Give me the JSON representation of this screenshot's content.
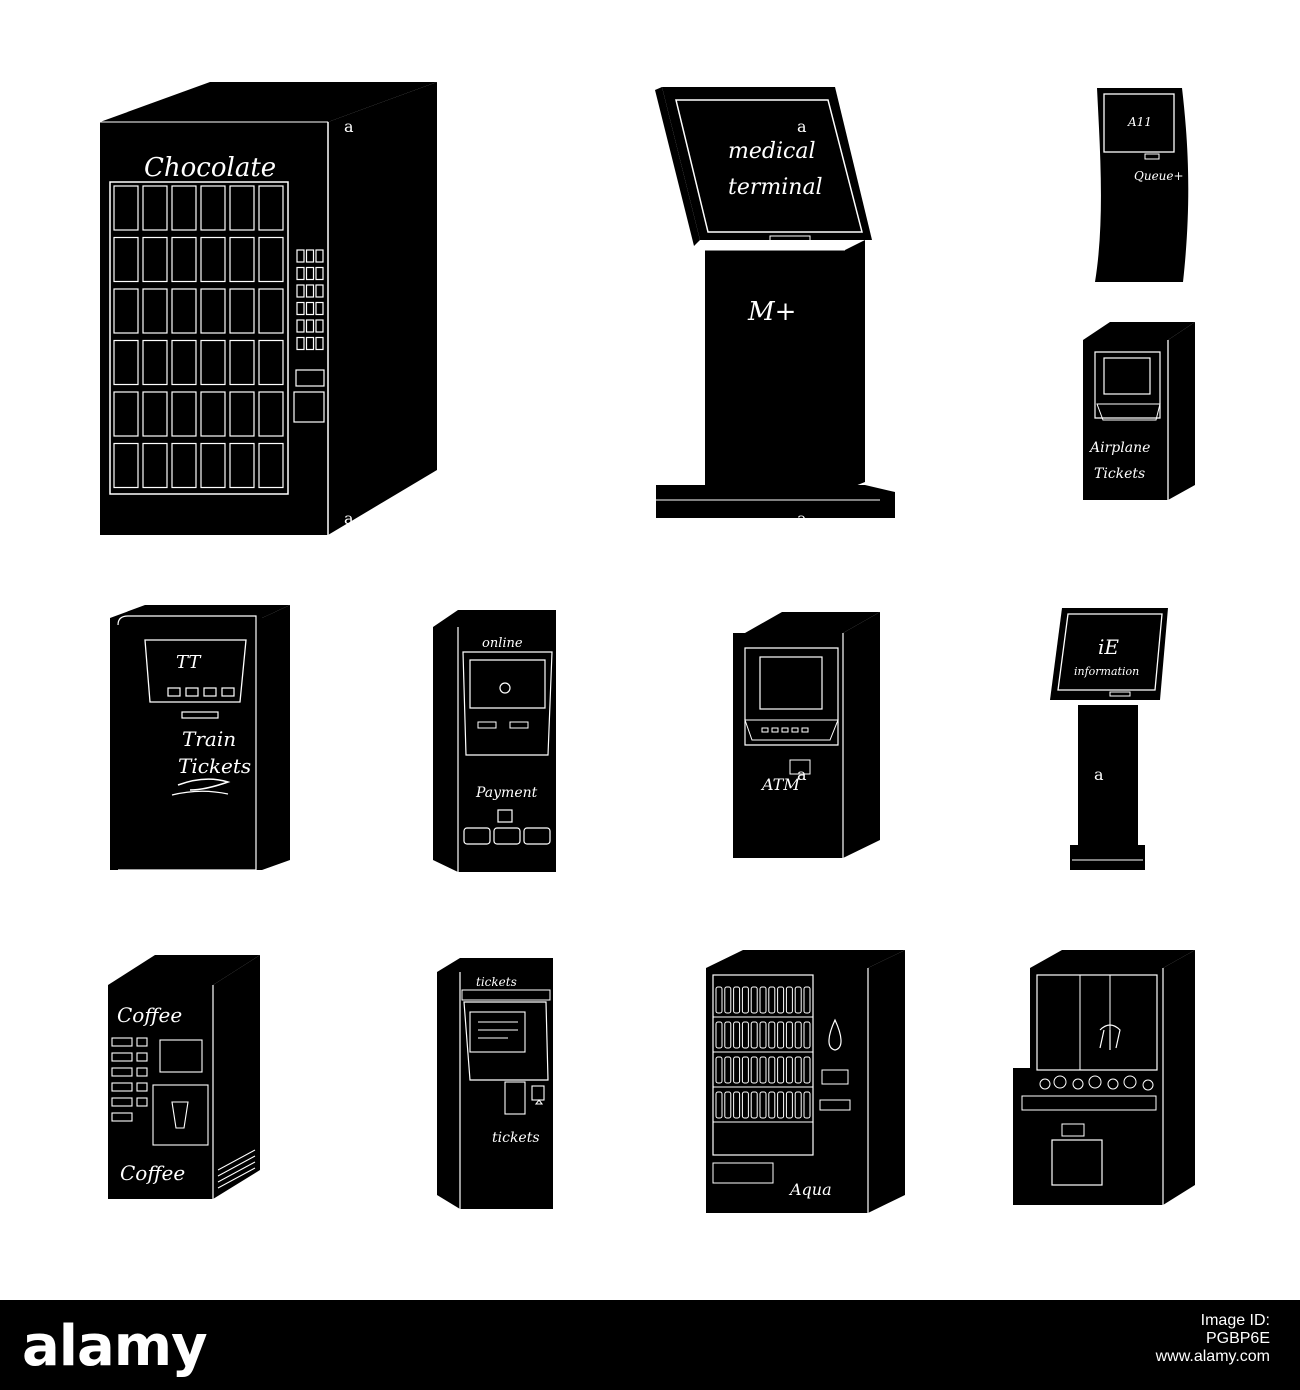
{
  "colors": {
    "ink": "#000000",
    "paper": "#ffffff",
    "line": "#ffffff"
  },
  "machines": {
    "chocolate": {
      "label": "Chocolate"
    },
    "medical": {
      "line1": "medical",
      "line2": "terminal",
      "mark": "M+"
    },
    "queue": {
      "screen": "A11",
      "label": "Queue+"
    },
    "airplane": {
      "line1": "Airplane",
      "line2": "Tickets"
    },
    "train": {
      "screen": "TT",
      "line1": "Train",
      "line2": "Tickets"
    },
    "payment": {
      "header": "online",
      "label": "Payment"
    },
    "atm": {
      "label": "ATM"
    },
    "info": {
      "logo": "iE",
      "label": "information"
    },
    "coffee": {
      "label_top": "Coffee",
      "label_bottom": "Coffee"
    },
    "tickets": {
      "header": "tickets",
      "label": "tickets"
    },
    "aqua": {
      "label": "Aqua"
    },
    "claw": {}
  },
  "watermark": "a",
  "footer": {
    "brand": "alamy",
    "image_id_label": "Image ID:",
    "image_id": "PGBP6E",
    "site": "www.alamy.com"
  }
}
